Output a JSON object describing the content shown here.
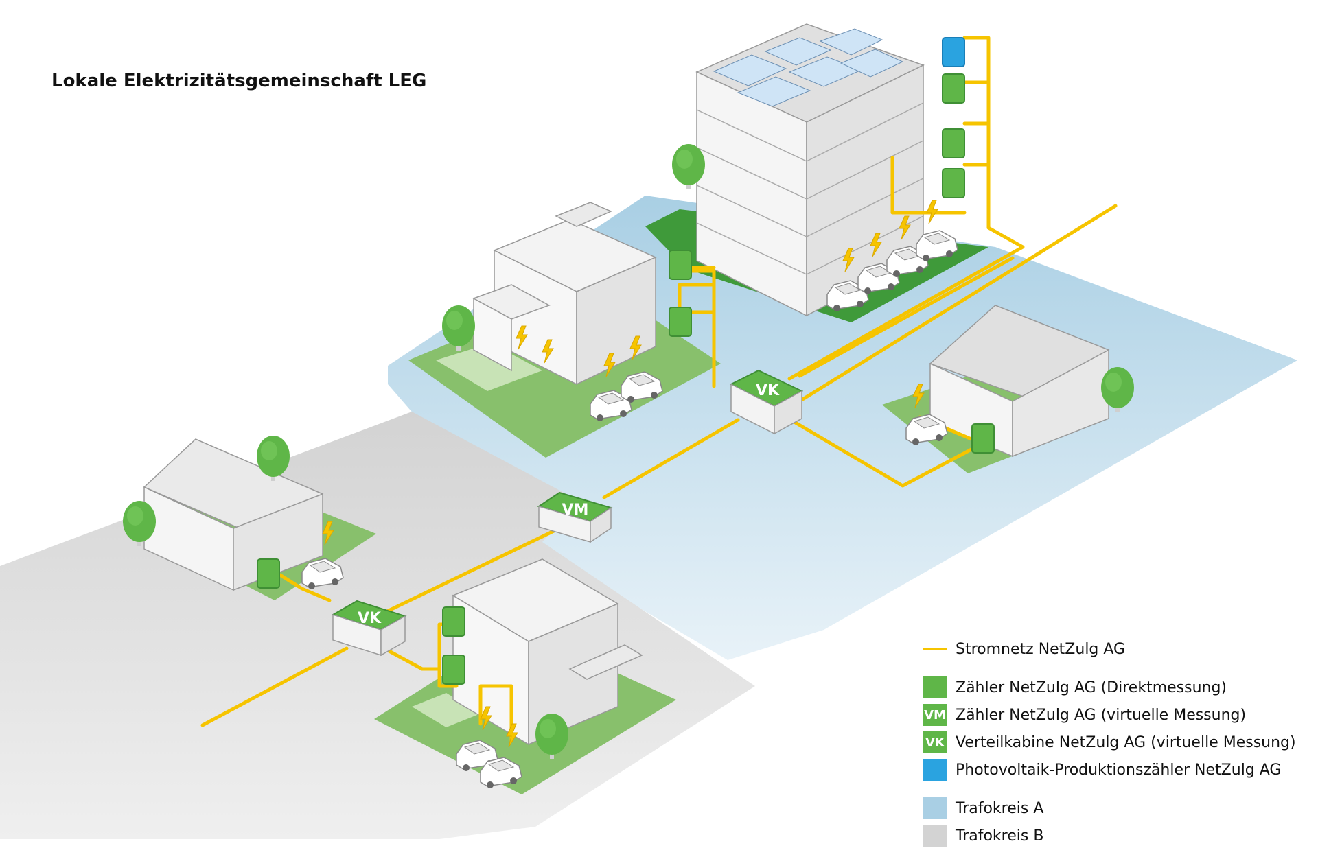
{
  "title": "Lokale Elektrizitätsgemeinschaft LEG",
  "colors": {
    "grid": "#f6c400",
    "meter": "#5fb648",
    "meter_dark": "#3f8f35",
    "pv_meter": "#2aa3e0",
    "zone_a": "#a9cfe4",
    "zone_b": "#d3d3d3",
    "lawn": "#88c06c",
    "building": "#f2f2f2"
  },
  "nodes": {
    "vk_upper": "VK",
    "vm": "VM",
    "vk_lower": "VK"
  },
  "legend": [
    {
      "symbol": "line",
      "text": "Stromnetz NetZulg AG"
    },
    {
      "symbol": "green-square",
      "text": "Zähler NetZulg AG (Direktmessung)"
    },
    {
      "symbol": "VM",
      "text": "Zähler NetZulg AG (virtuelle Messung)"
    },
    {
      "symbol": "VK",
      "text": " Verteilkabine NetZulg AG (virtuelle Messung)"
    },
    {
      "symbol": "blue-square",
      "text": "Photovoltaik-Produktionszähler NetZulg AG"
    },
    {
      "symbol": "zone-a",
      "text": "Trafokreis A"
    },
    {
      "symbol": "zone-b",
      "text": "Trafokreis B"
    }
  ]
}
